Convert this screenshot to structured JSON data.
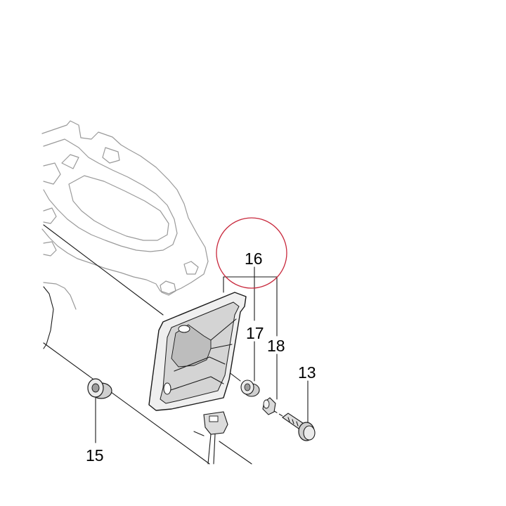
{
  "labels": {
    "p13": "13",
    "p15": "15",
    "p16": "16",
    "p17": "17",
    "p18": "18"
  },
  "colors": {
    "highlight_circle": "#c8283c",
    "line": "#1a1a1a",
    "ghost_outline": "#9a9a9a",
    "part_shade": "#d4d4d4"
  }
}
